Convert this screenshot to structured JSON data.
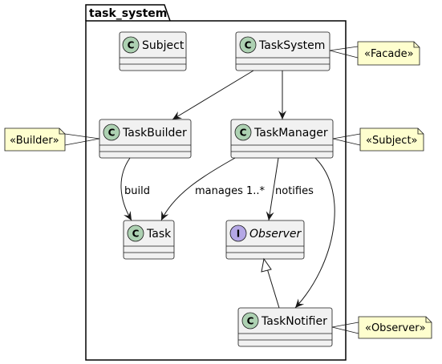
{
  "package": {
    "name": "task_system"
  },
  "classes": {
    "subject": {
      "name": "Subject",
      "kind": "C"
    },
    "task_system": {
      "name": "TaskSystem",
      "kind": "C"
    },
    "task_builder": {
      "name": "TaskBuilder",
      "kind": "C"
    },
    "task_manager": {
      "name": "TaskManager",
      "kind": "C"
    },
    "task": {
      "name": "Task",
      "kind": "C"
    },
    "observer": {
      "name": "Observer",
      "kind": "I"
    },
    "task_notifier": {
      "name": "TaskNotifier",
      "kind": "C"
    }
  },
  "edges": {
    "build": "build",
    "manages": "manages 1..*",
    "notifies": "notifies"
  },
  "notes": {
    "facade": "«Facade»",
    "builder": "«Builder»",
    "subject": "«Subject»",
    "observer": "«Observer»"
  },
  "colors": {
    "class_fill": "#f1f1f1",
    "class_border": "#181818",
    "class_badge": "#add1b2",
    "interface_badge": "#b4a7e5",
    "note_fill": "#fefece",
    "line": "#181818"
  }
}
